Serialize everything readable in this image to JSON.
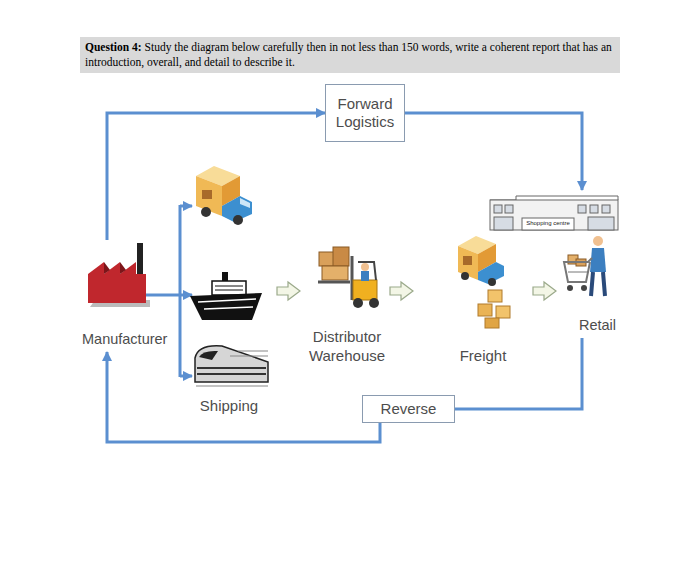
{
  "diagram": {
    "nodes": [
      {
        "text": [
          "Question 4:",
          "Study the diagram below carefully then in not less than 150 words, write a coherent report that has an introduction, overall, and detail to describe it."
        ]
      },
      {
        "text": [
          "Forward Logistics"
        ]
      },
      {
        "text": [
          "Manufacturer"
        ]
      },
      {
        "text": [
          "Retail"
        ]
      },
      {
        "text": [
          "Reverse"
        ]
      }
    ],
    "edges": [
      {
        "from": 2,
        "to": 1,
        "arrow": "to"
      },
      {
        "from": 1,
        "to": 3,
        "arrow": "to"
      },
      {
        "from": 3,
        "to": 4,
        "arrow": "none"
      },
      {
        "from": 4,
        "to": 2,
        "arrow": "to"
      }
    ],
    "labels": [
      "Shopping centre",
      "Distributor Warehouse",
      "Freight",
      "Shipping"
    ]
  }
}
